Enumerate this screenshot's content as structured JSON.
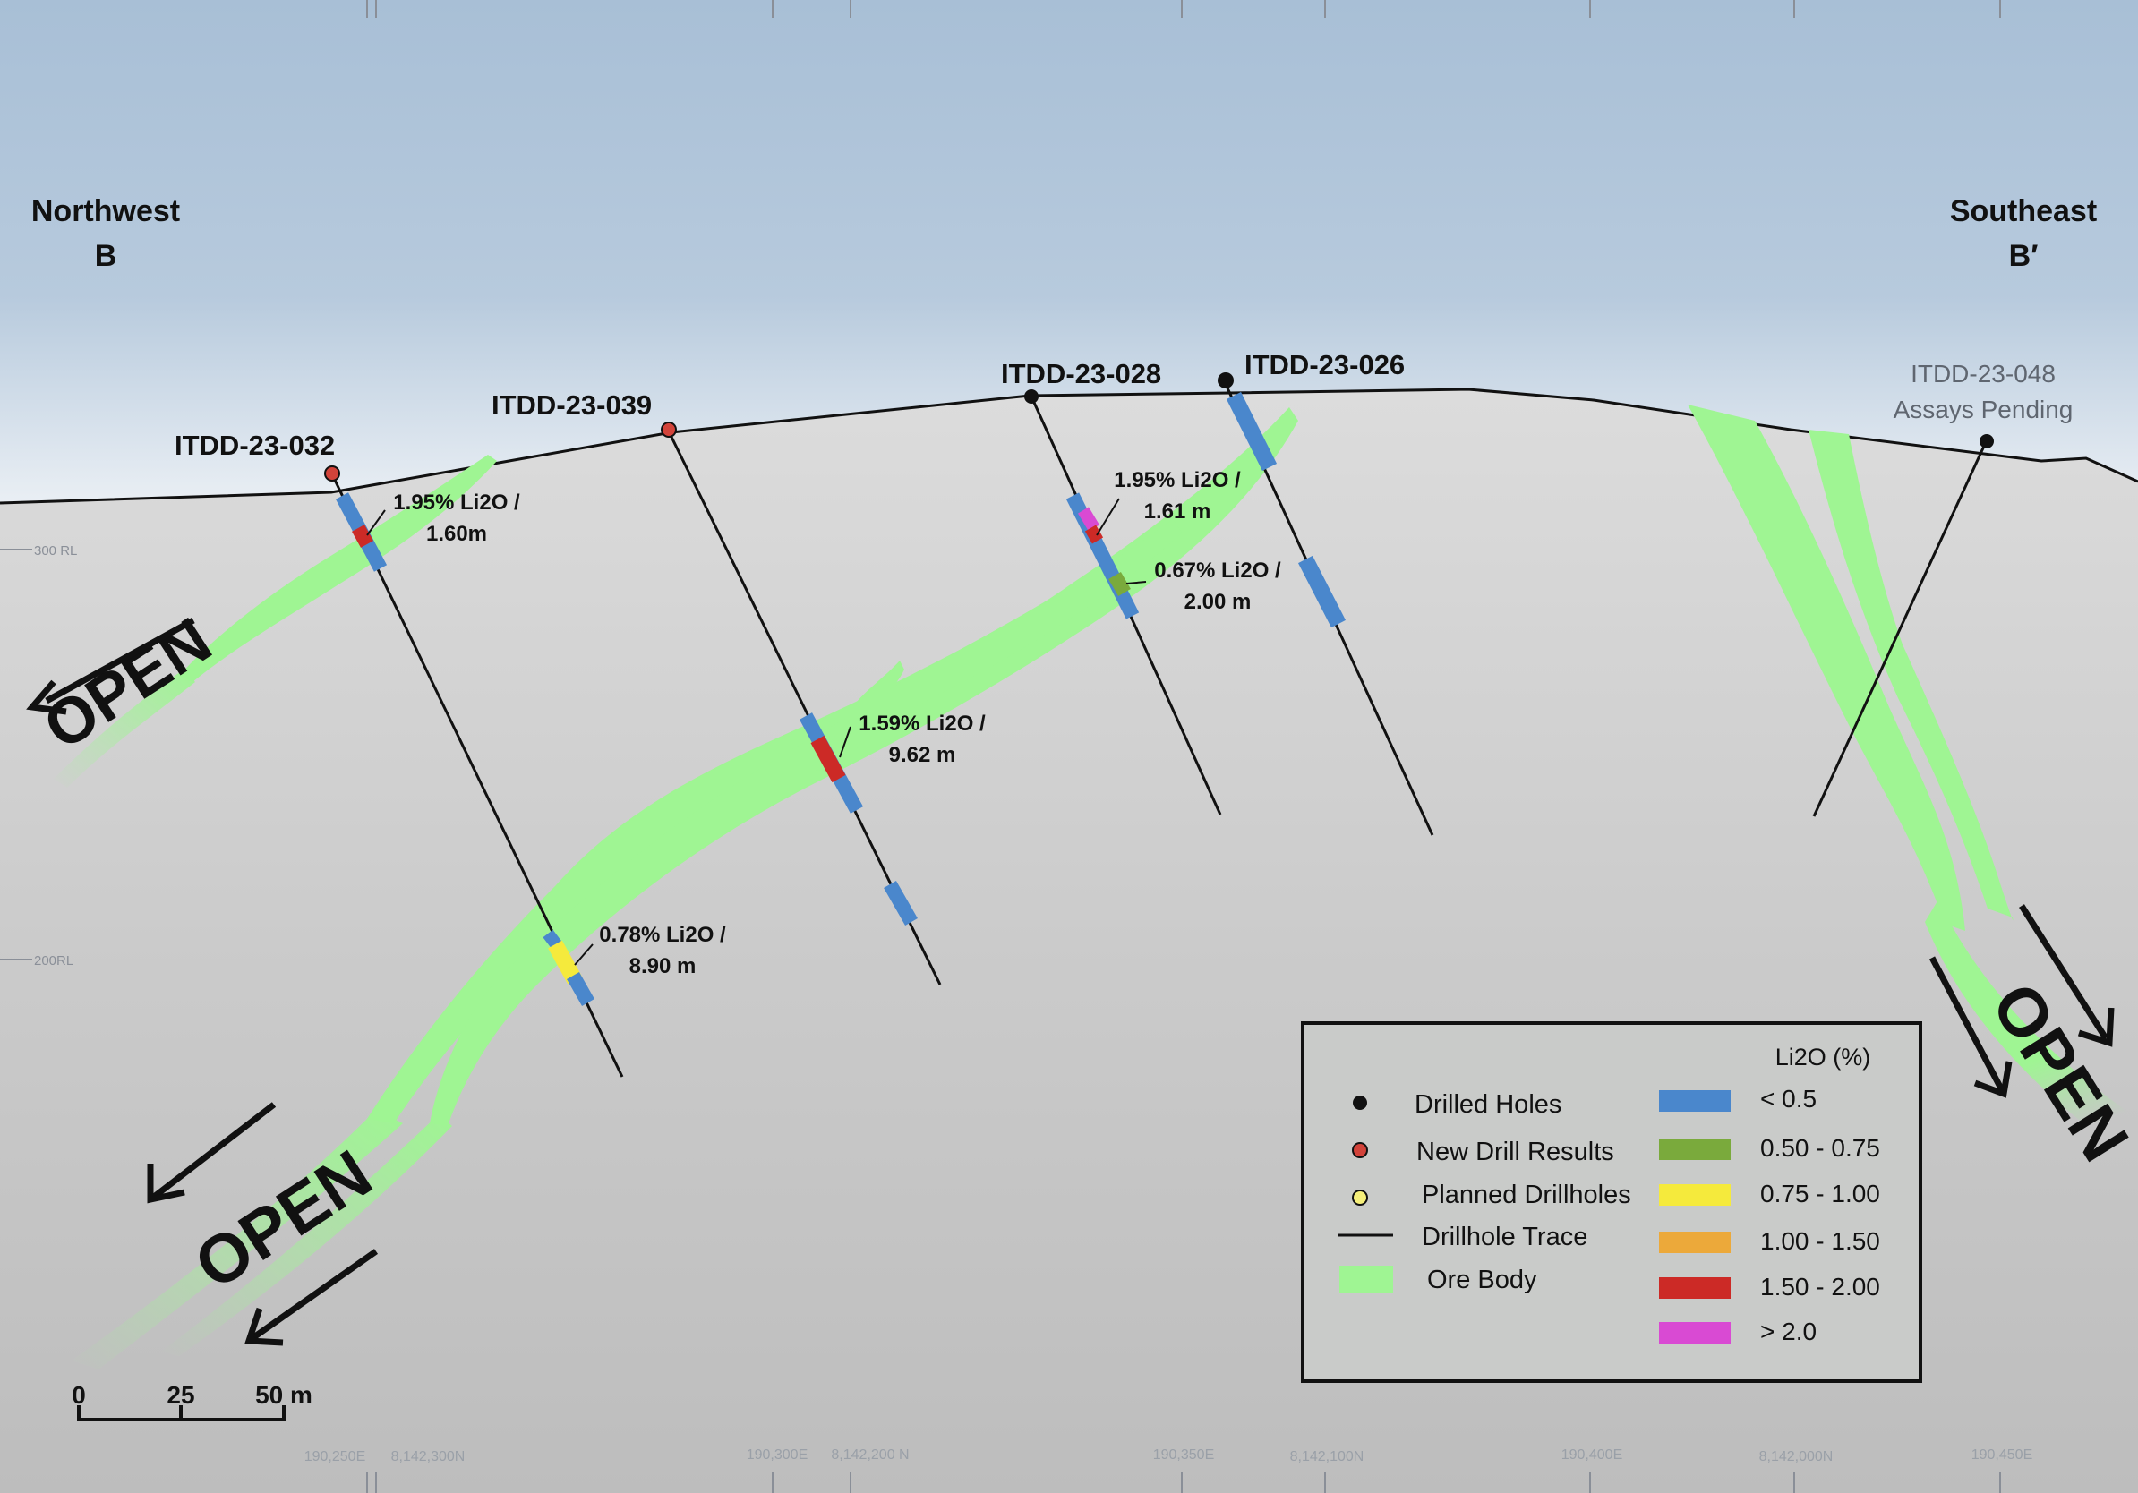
{
  "directions": {
    "left": {
      "name": "Northwest",
      "letter": "B"
    },
    "right": {
      "name": "Southeast",
      "letter": "B′"
    }
  },
  "elevations": [
    "300 RL",
    "200RL"
  ],
  "drillholes": [
    {
      "id": "ITDD-23-032",
      "status": "new"
    },
    {
      "id": "ITDD-23-039",
      "status": "new"
    },
    {
      "id": "ITDD-23-028",
      "status": "drilled"
    },
    {
      "id": "ITDD-23-026",
      "status": "drilled"
    },
    {
      "id": "ITDD-23-048",
      "status": "drilled",
      "note": "Assays Pending"
    }
  ],
  "intercepts": [
    {
      "grade": "1.95% Li2O /",
      "width": "1.60m"
    },
    {
      "grade": "1.95% Li2O /",
      "width": "1.61 m"
    },
    {
      "grade": "0.67% Li2O /",
      "width": "2.00 m"
    },
    {
      "grade": "1.59% Li2O /",
      "width": "9.62 m"
    },
    {
      "grade": "0.78% Li2O /",
      "width": "8.90 m"
    }
  ],
  "open_label": "OPEN",
  "scale_bar": {
    "ticks": [
      "0",
      "25",
      "50 m"
    ]
  },
  "coordinates": [
    "190,250E",
    "8,142,300N",
    "190,300E",
    "8,142,200 N",
    "190,350E",
    "8,142,100N",
    "190,400E",
    "8,142,000N",
    "190,450E"
  ],
  "legend": {
    "symbols_title": "",
    "symbols": [
      {
        "label": "Drilled Holes",
        "icon": "black-dot",
        "color": "#111111"
      },
      {
        "label": "New Drill Results",
        "icon": "red-dot",
        "color": "#d2433a"
      },
      {
        "label": "Planned Drillholes",
        "icon": "yellow-dot",
        "color": "#f5ef7a"
      },
      {
        "label": "Drillhole Trace",
        "icon": "black-line",
        "color": "#111111"
      },
      {
        "label": "Ore Body",
        "icon": "green-patch",
        "color": "#9ff593"
      }
    ],
    "grade_title": "Li2O (%)",
    "grades": [
      {
        "label": "< 0.5",
        "color": "#4a87cc"
      },
      {
        "label": "0.50 - 0.75",
        "color": "#7aaa3c"
      },
      {
        "label": "0.75 - 1.00",
        "color": "#f5ea3c"
      },
      {
        "label": "1.00 - 1.50",
        "color": "#eca93a"
      },
      {
        "label": "1.50 - 2.00",
        "color": "#cc2a26"
      },
      {
        "label": "> 2.0",
        "color": "#d94ad3"
      }
    ]
  },
  "colors": {
    "sky_top": "#a9c0d6",
    "ground": "#c8c8c8",
    "ore_body": "#9ff593",
    "trace": "#111111"
  }
}
